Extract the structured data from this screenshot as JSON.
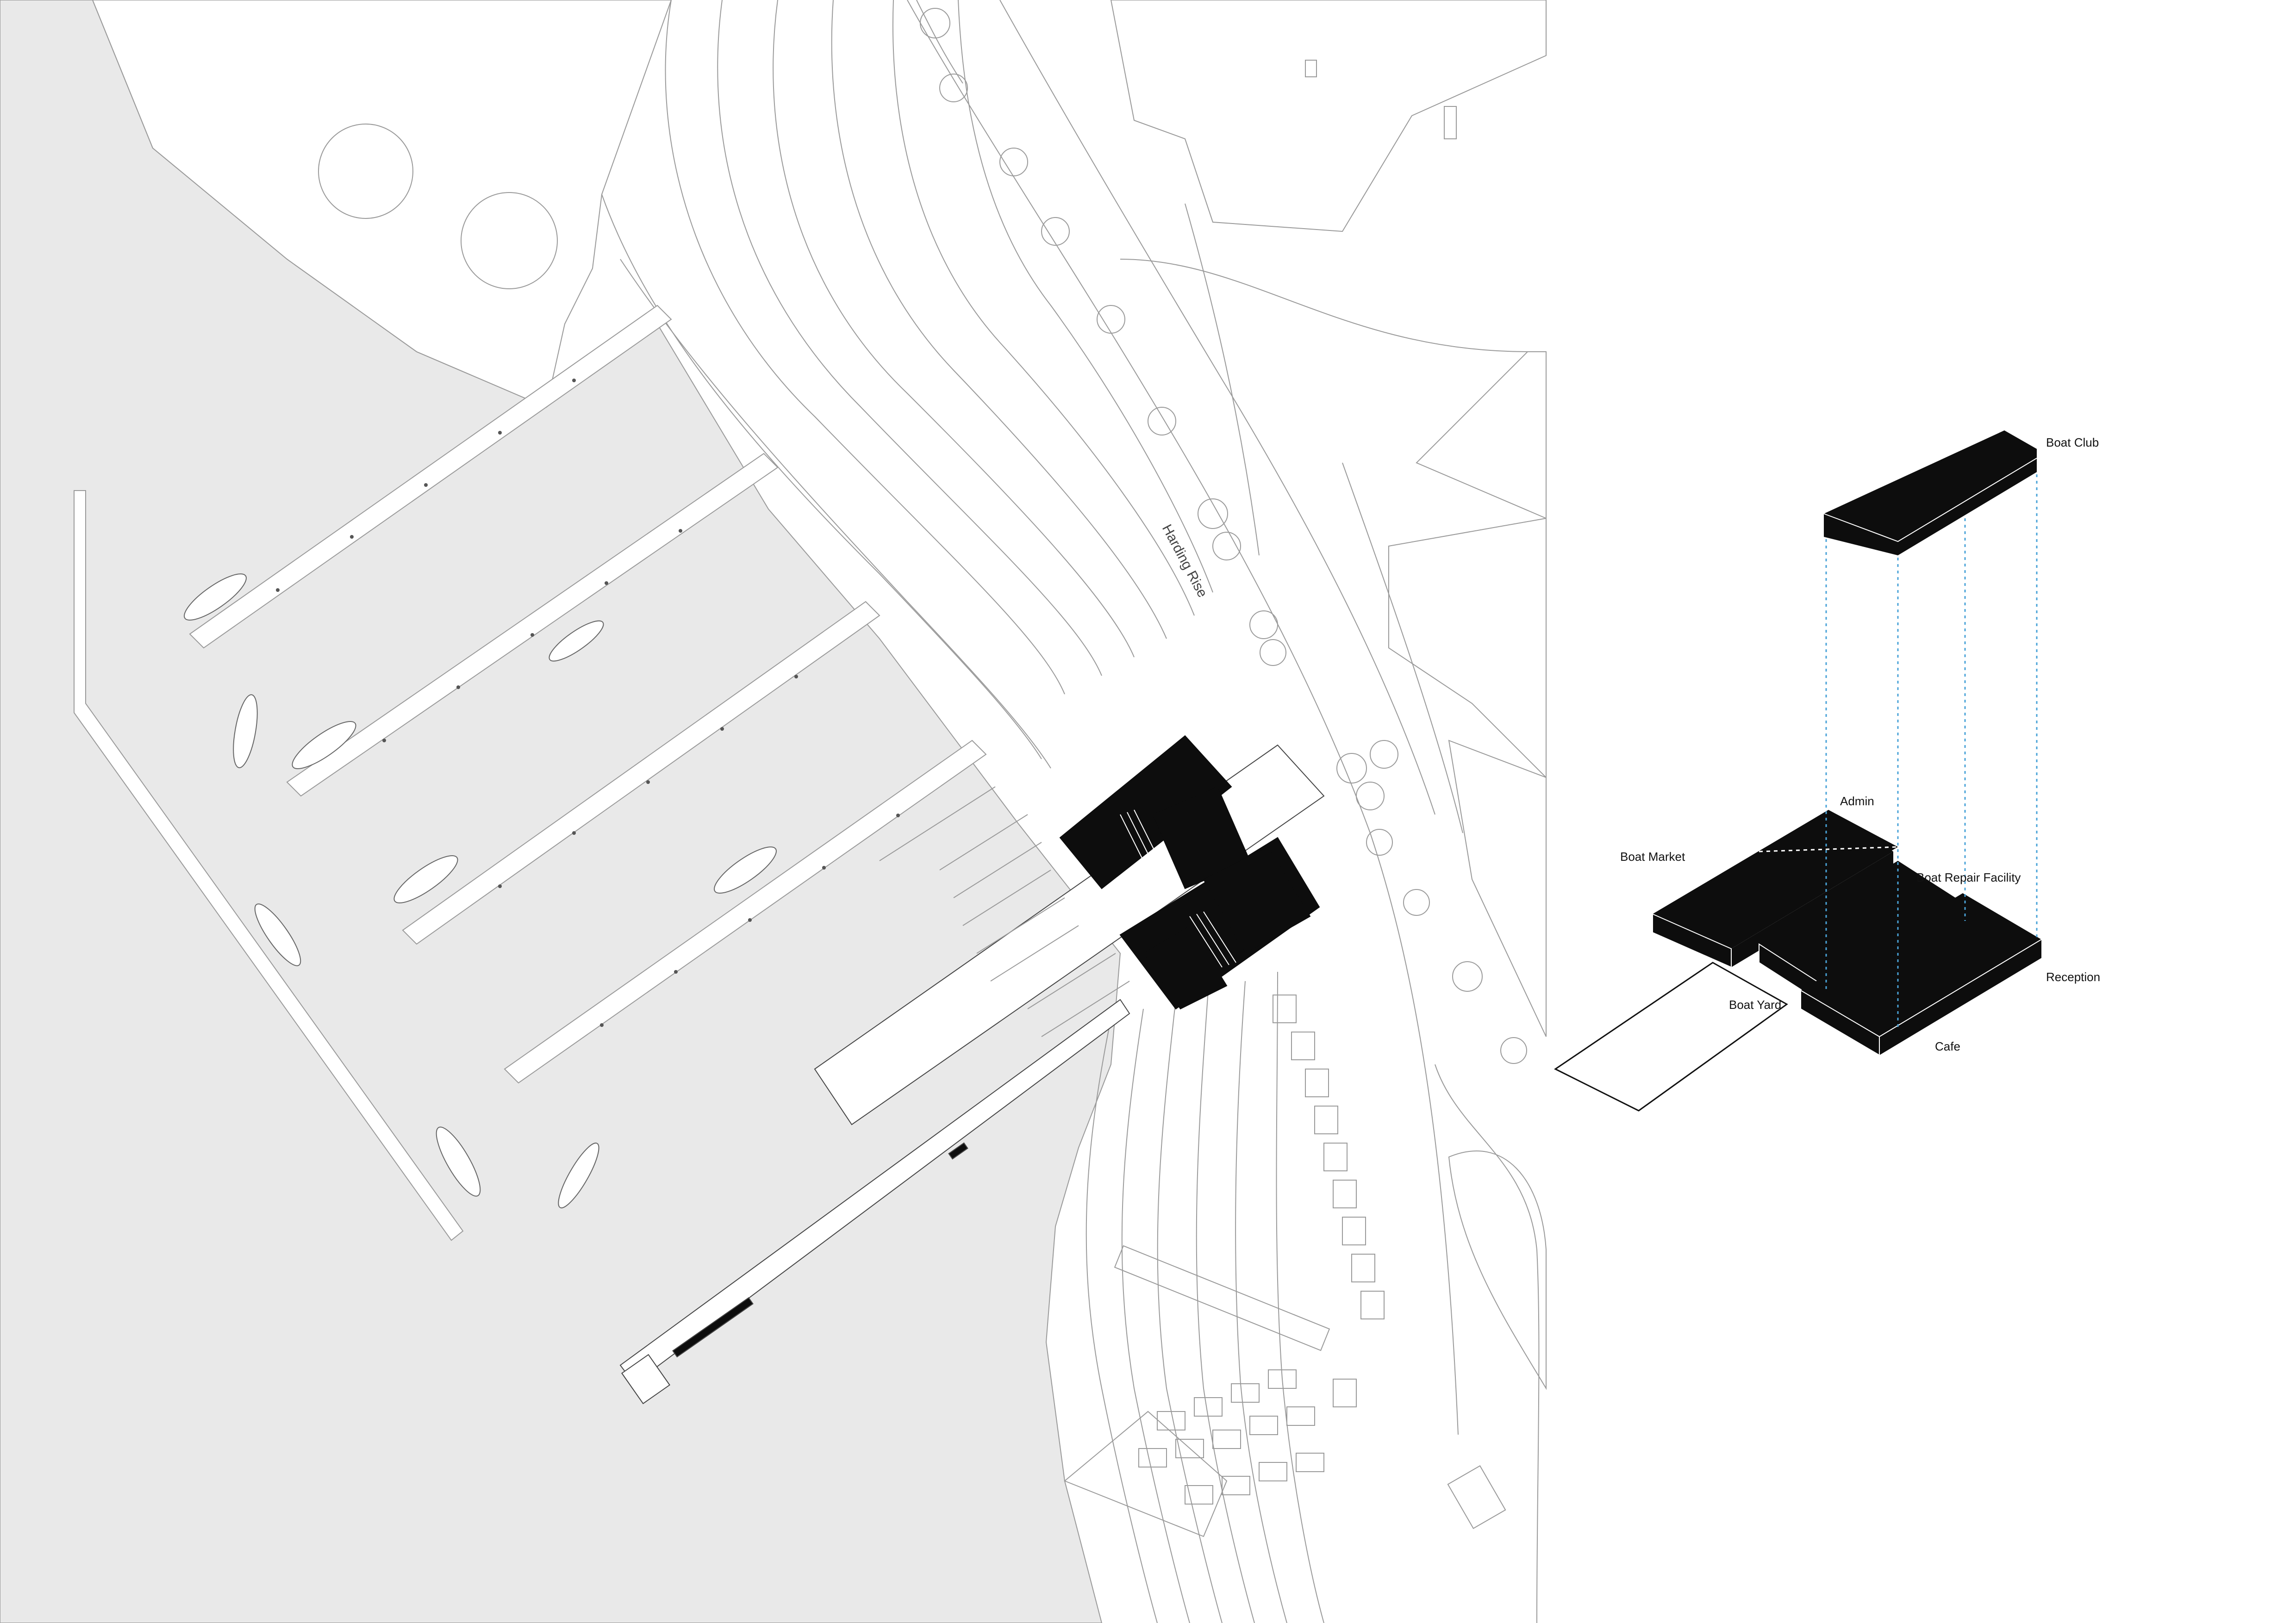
{
  "site_plan": {
    "street_name": "Harding Rise",
    "colors": {
      "water": "#e9e9e9",
      "line": "#9a9a9a",
      "building": "#0d0d0d",
      "paper": "#ffffff"
    }
  },
  "axonometric": {
    "labels": {
      "boat_club": "Boat Club",
      "admin": "Admin",
      "boat_market": "Boat Market",
      "boat_repair": "Boat Repair Facility",
      "reception": "Reception",
      "boat_yard": "Boat Yard",
      "cafe": "Cafe"
    },
    "colors": {
      "block": "#0d0d0d",
      "projection": "#4aa3d8"
    }
  }
}
